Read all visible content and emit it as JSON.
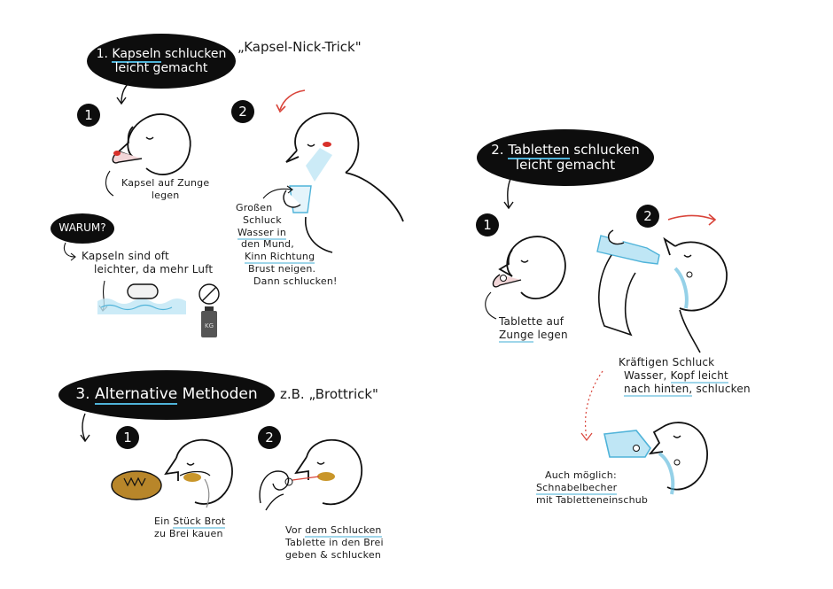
{
  "section1": {
    "bubble": {
      "number": "1.",
      "highlight": "Kapseln",
      "line1_rest": "schlucken",
      "line2": "leicht gemacht"
    },
    "subtitle": "„Kapsel-Nick-Trick\"",
    "step1": {
      "badge": "1",
      "caption_line1": "Kapsel auf Zunge",
      "caption_line2": "legen"
    },
    "step2": {
      "badge": "2",
      "caption": [
        "Großen",
        "Schluck",
        "Wasser in",
        "den Mund,",
        "Kinn Richtung",
        "Brust neigen.",
        "Dann schlucken!"
      ],
      "underlined": [
        "Wasser",
        "Kinn Richtung"
      ]
    },
    "why": {
      "bubble": "WARUM?",
      "line1": "Kapseln sind oft",
      "line2": "leichter, da mehr Luft",
      "weight_label": "KG"
    }
  },
  "section2": {
    "bubble": {
      "number": "2.",
      "highlight": "Tabletten",
      "line1_rest": "schlucken",
      "line2": "leicht gemacht"
    },
    "step1": {
      "badge": "1",
      "caption_line1": "Tablette auf",
      "caption_line2_u": "Zunge",
      "caption_line2_rest": "legen"
    },
    "step2": {
      "badge": "2",
      "caption_line1": "Kräftigen Schluck",
      "caption_line2_a": "Wasser,",
      "caption_line2_u": "Kopf leicht",
      "caption_line3_u": "nach hinten,",
      "caption_line3_rest": "schlucken"
    },
    "alt": {
      "line1": "Auch möglich:",
      "line2_u": "Schnabelbecher",
      "line3": "mit Tabletteneinschub"
    }
  },
  "section3": {
    "bubble": {
      "number": "3.",
      "highlight": "Alternative",
      "rest": "Methoden"
    },
    "subtitle": "z.B. „Brottrick\"",
    "step1": {
      "badge": "1",
      "caption_line1_a": "Ein",
      "caption_line1_u": "Stück Brot",
      "caption_line2": "zu Brei kauen"
    },
    "step2": {
      "badge": "2",
      "caption_line1_a": "Vor",
      "caption_line1_u": "dem Schlucken",
      "caption_line2": "Tablette in den Brei",
      "caption_line3": "geben & schlucken"
    }
  },
  "colors": {
    "ink": "#0d0d0d",
    "water": "#4fb3d9",
    "water_light": "#bfe6f5",
    "capsule_red": "#d8302a",
    "arrow_red": "#d9443a",
    "bread": "#b8862a",
    "tongue": "#f2d6d8"
  }
}
